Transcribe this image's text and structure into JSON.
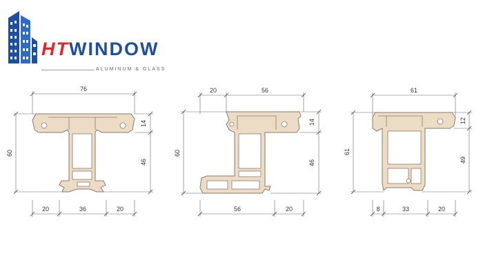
{
  "brand": {
    "prefix": "HT",
    "name": "WINDOW",
    "tagline": "ALUMINUM & GLASS",
    "colors": {
      "prefix": "#e0262b",
      "name": "#1e4e9c"
    }
  },
  "profiles": [
    {
      "id": "t-mullion",
      "dims": {
        "top_width": "76",
        "total_height": "60",
        "flange_height": "14",
        "web_height": "46",
        "bottom_left": "20",
        "bottom_mid": "36",
        "bottom_right": "20"
      }
    },
    {
      "id": "z-sash",
      "dims": {
        "top_offset": "20",
        "top_width": "56",
        "total_height": "60",
        "flange_height": "14",
        "web_height": "46",
        "bottom_width": "56",
        "bottom_right": "20"
      }
    },
    {
      "id": "l-frame",
      "dims": {
        "top_width": "61",
        "total_height": "61",
        "flange_height": "12",
        "web_height": "49",
        "bottom_left": "8",
        "bottom_mid": "33",
        "bottom_right": "20"
      }
    }
  ]
}
